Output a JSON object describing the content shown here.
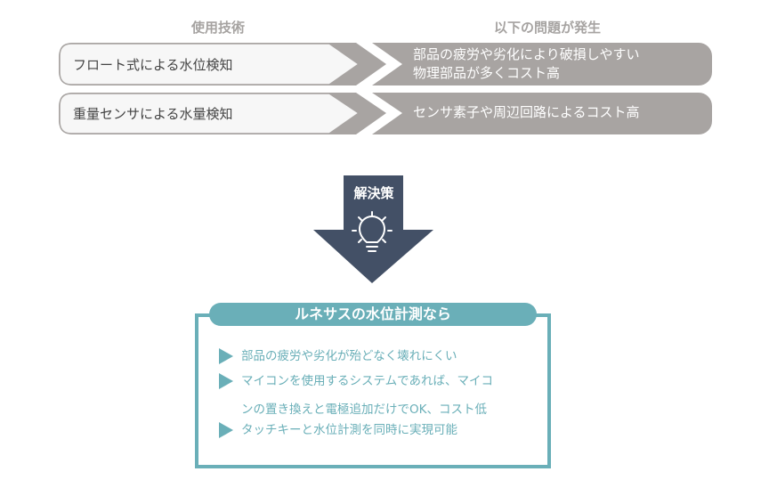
{
  "headers": {
    "left": "使用技術",
    "right": "以下の問題が発生"
  },
  "rows": [
    {
      "technique": "フロート式による水位検知",
      "problem": [
        "部品の疲労や劣化により破損しやすい",
        "物理部品が多くコスト高"
      ]
    },
    {
      "technique": "重量センサによる水量検知",
      "problem": [
        "センサ素子や周辺回路によるコスト高"
      ]
    }
  ],
  "solution": {
    "label": "解決策",
    "icon": "lightbulb-icon"
  },
  "result": {
    "title": "ルネサスの水位計測なら",
    "items": [
      "部品の疲労や劣化が殆どなく壊れにくい",
      "マイコンを使用するシステムであれば、マイコ",
      "ンの置き換えと電極追加だけでOK、コスト低",
      "タッチキーと水位計測を同時に実現可能"
    ]
  },
  "colors": {
    "gray": "#a8a4a2",
    "navy": "#435066",
    "teal": "#6aafb8"
  }
}
